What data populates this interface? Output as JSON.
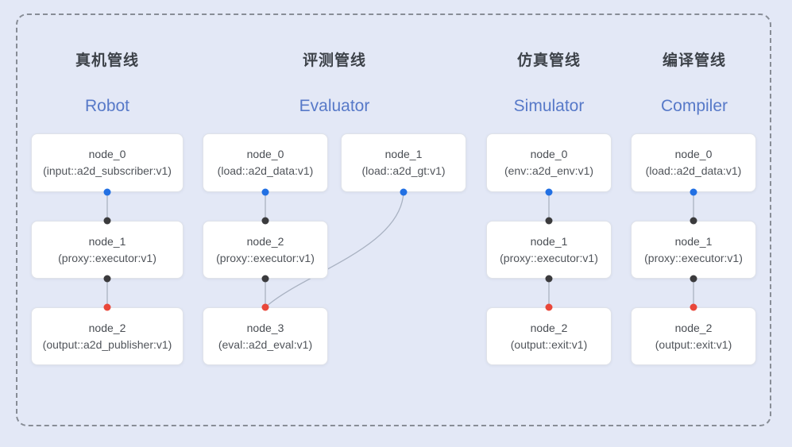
{
  "diagram": {
    "pipelines": [
      {
        "title_zh": "真机管线",
        "title_en": "Robot",
        "nodes": [
          {
            "name": "node_0",
            "type": "(input::a2d_subscriber:v1)"
          },
          {
            "name": "node_1",
            "type": "(proxy::executor:v1)"
          },
          {
            "name": "node_2",
            "type": "(output::a2d_publisher:v1)"
          }
        ]
      },
      {
        "title_zh": "评测管线",
        "title_en": "Evaluator",
        "nodes": [
          {
            "name": "node_0",
            "type": "(load::a2d_data:v1)"
          },
          {
            "name": "node_1",
            "type": "(load::a2d_gt:v1)"
          },
          {
            "name": "node_2",
            "type": "(proxy::executor:v1)"
          },
          {
            "name": "node_3",
            "type": "(eval::a2d_eval:v1)"
          }
        ]
      },
      {
        "title_zh": "仿真管线",
        "title_en": "Simulator",
        "nodes": [
          {
            "name": "node_0",
            "type": "(env::a2d_env:v1)"
          },
          {
            "name": "node_1",
            "type": "(proxy::executor:v1)"
          },
          {
            "name": "node_2",
            "type": "(output::exit:v1)"
          }
        ]
      },
      {
        "title_zh": "编译管线",
        "title_en": "Compiler",
        "nodes": [
          {
            "name": "node_0",
            "type": "(load::a2d_data:v1)"
          },
          {
            "name": "node_1",
            "type": "(proxy::executor:v1)"
          },
          {
            "name": "node_2",
            "type": "(output::exit:v1)"
          }
        ]
      }
    ],
    "colors": {
      "background": "#e3e8f6",
      "output_port": "#2270e3",
      "input_port": "#3b3b3d",
      "terminal_port": "#e9473a",
      "accent_text": "#5779c8",
      "wire": "#9aa2b0"
    }
  }
}
